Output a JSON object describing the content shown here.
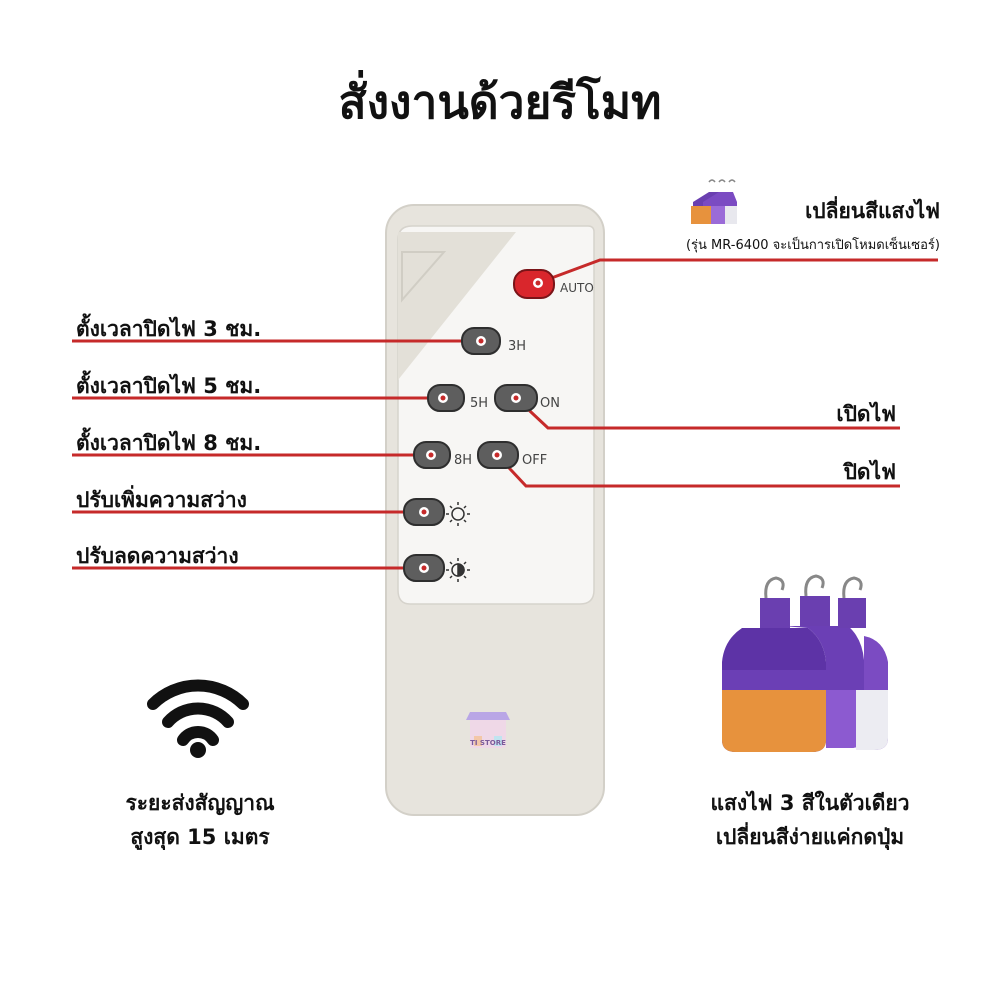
{
  "title": "สั่งงานด้วยรีโมท",
  "colors": {
    "line": "#c62a2a",
    "remote_body": "#e7e4dd",
    "remote_panel": "#f7f6f4",
    "button": "#5e5e5e",
    "auto_button": "#d9262c",
    "bulb_purple": "#6a3fb0",
    "bulb_orange": "#e7923d",
    "bulb_white": "#e8e8ee"
  },
  "labels": {
    "change_color": "เปลี่ยนสีแสงไฟ",
    "change_color_note": "(รุ่น MR-6400 จะเป็นการเปิดโหมดเซ็นเซอร์)",
    "timer_3h": "ตั้งเวลาปิดไฟ 3 ชม.",
    "timer_5h": "ตั้งเวลาปิดไฟ 5 ชม.",
    "timer_8h": "ตั้งเวลาปิดไฟ 8 ชม.",
    "brightness_up": "ปรับเพิ่มความสว่าง",
    "brightness_down": "ปรับลดความสว่าง",
    "power_on": "เปิดไฟ",
    "power_off": "ปิดไฟ"
  },
  "remote": {
    "auto": "AUTO",
    "h3": "3H",
    "h5": "5H",
    "on": "ON",
    "h8": "8H",
    "off": "OFF",
    "brand": "TI STORE"
  },
  "bottom": {
    "range_line1": "ระยะส่งสัญญาณ",
    "range_line2": "สูงสุด 15 เมตร",
    "color_line1": "แสงไฟ 3 สีในตัวเดียว",
    "color_line2": "เปลี่ยนสีง่ายแค่กดปุ่ม"
  },
  "icons": [
    "wifi-icon",
    "sun-icon",
    "half-sun-icon",
    "bulb-icon"
  ]
}
